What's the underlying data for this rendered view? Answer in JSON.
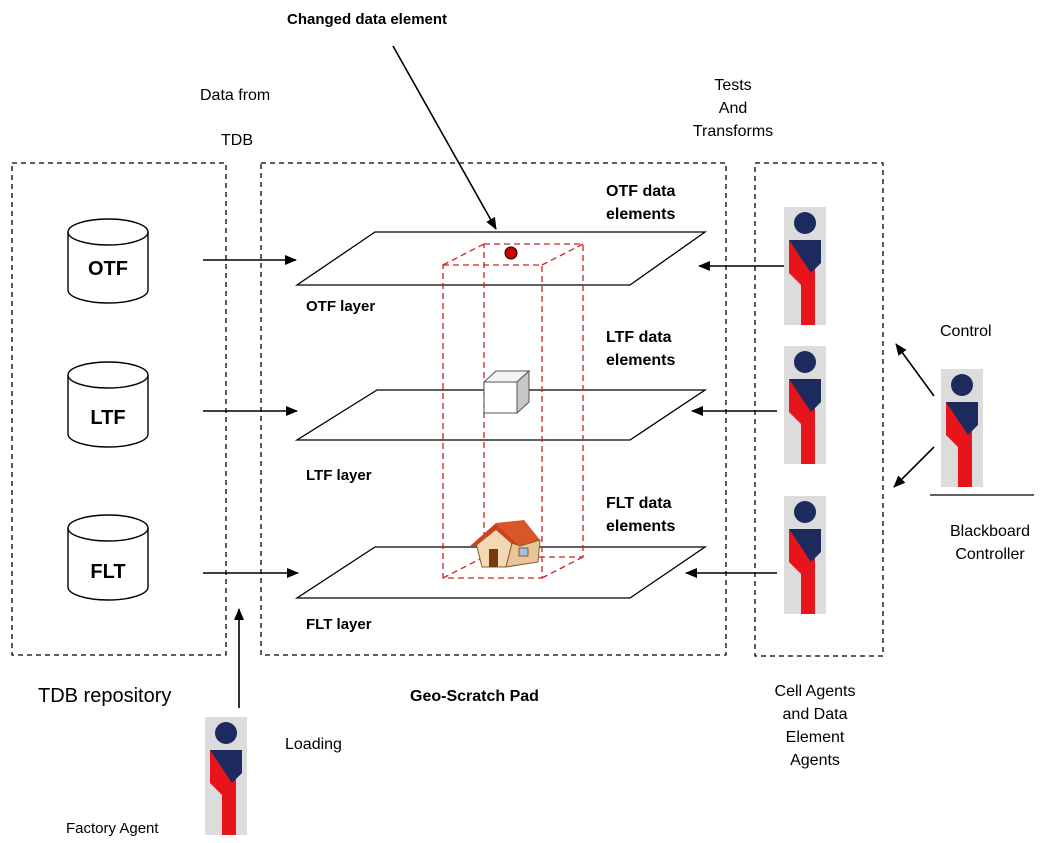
{
  "annotations": {
    "changed_data_element": "Changed data element",
    "data_from": "Data from",
    "tdb": "TDB",
    "tests_and_transforms": [
      "Tests",
      "And",
      "Transforms"
    ],
    "control": "Control",
    "loading": "Loading"
  },
  "repository": {
    "title": "TDB repository",
    "databases": [
      "OTF",
      "LTF",
      "FLT"
    ]
  },
  "scratch_pad": {
    "title": "Geo-Scratch Pad",
    "layers": [
      {
        "layer_label": "OTF layer",
        "data_label": [
          "OTF data",
          "elements"
        ]
      },
      {
        "layer_label": "LTF layer",
        "data_label": [
          "LTF data",
          "elements"
        ]
      },
      {
        "layer_label": "FLT layer",
        "data_label": [
          "FLT data",
          "elements"
        ]
      }
    ]
  },
  "agents": {
    "cell_agents_label": [
      "Cell Agents",
      "and Data",
      "Element",
      "Agents"
    ],
    "controller_label": [
      "Blackboard",
      "Controller"
    ],
    "factory_label": "Factory Agent"
  },
  "colors": {
    "agent_red": "#e8141c",
    "agent_navy": "#1c2a5e",
    "agent_background": "#dcdcdc",
    "marker_red": "#d40000",
    "dashed_box": "#d02020"
  }
}
